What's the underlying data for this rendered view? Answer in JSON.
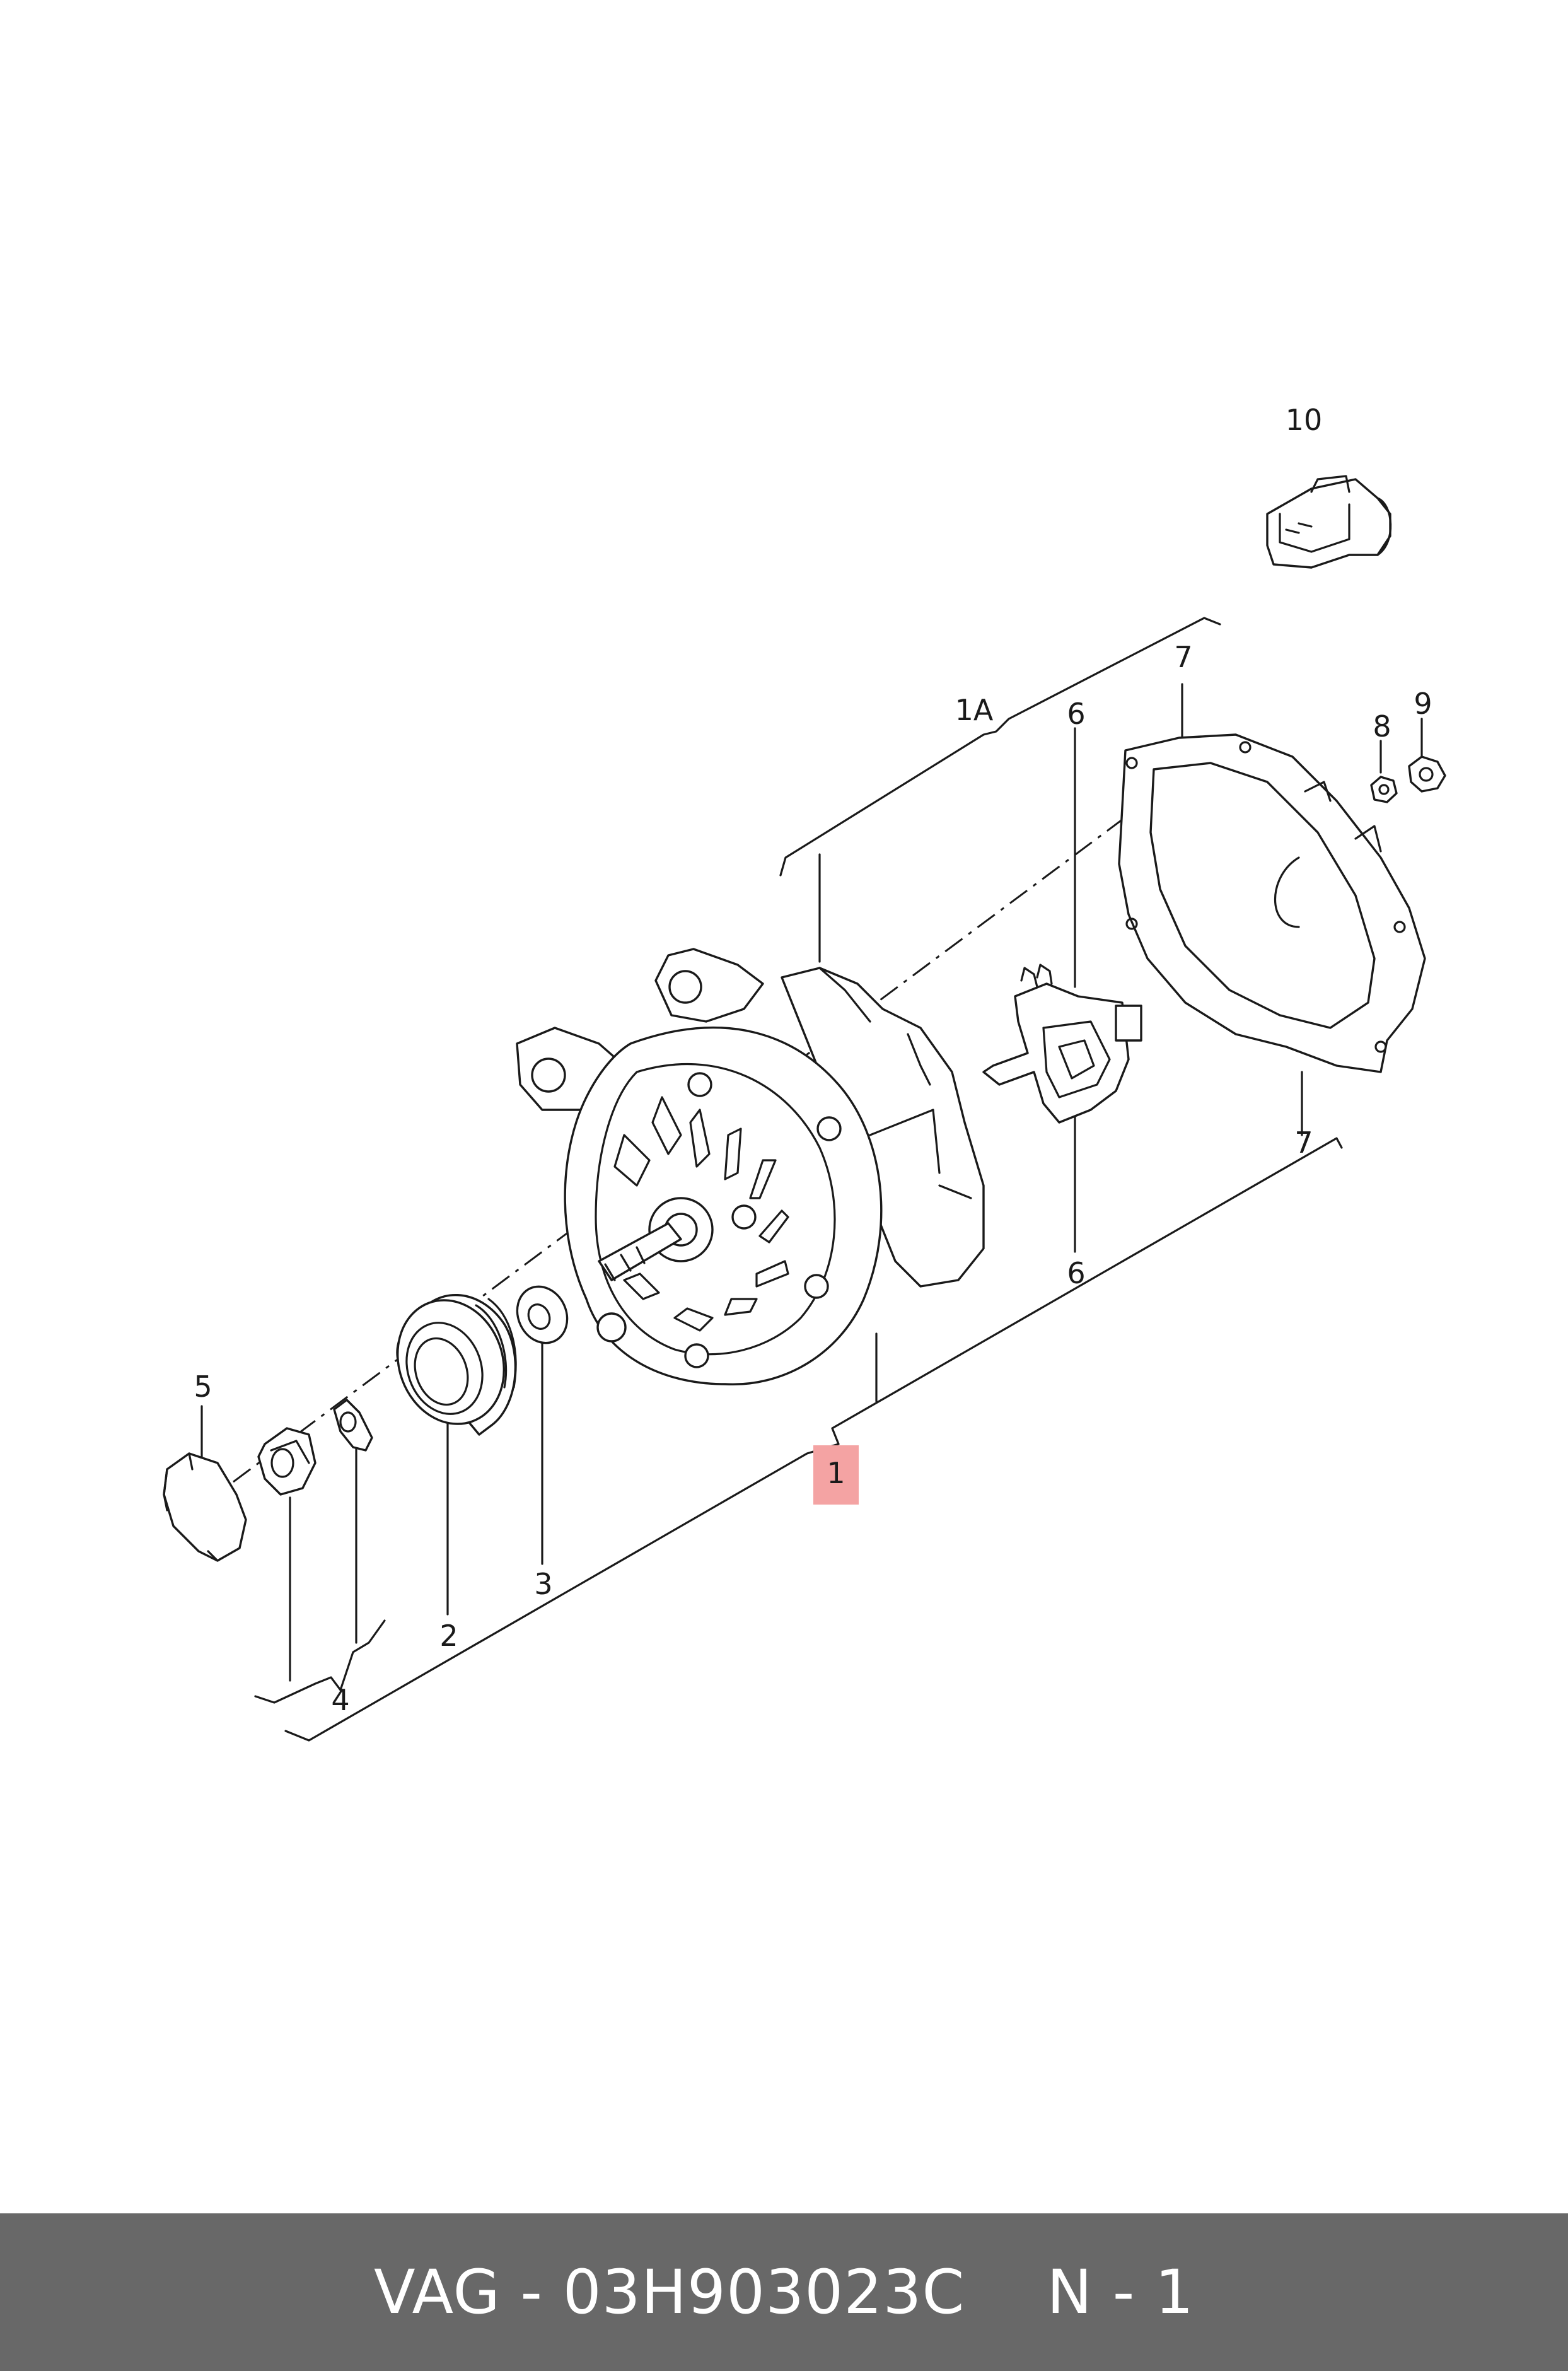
{
  "callouts": {
    "c1": "1",
    "c1a": "1A",
    "c2": "2",
    "c3": "3",
    "c4": "4",
    "c5": "5",
    "c6_top": "6",
    "c6_bottom": "6",
    "c7_top": "7",
    "c7_bottom": "7",
    "c8": "8",
    "c9": "9",
    "c10": "10"
  },
  "highlight_color": "#f4a3a3",
  "footer": {
    "part_number": "VAG - 03H903023C",
    "quantity": "N - 1"
  }
}
